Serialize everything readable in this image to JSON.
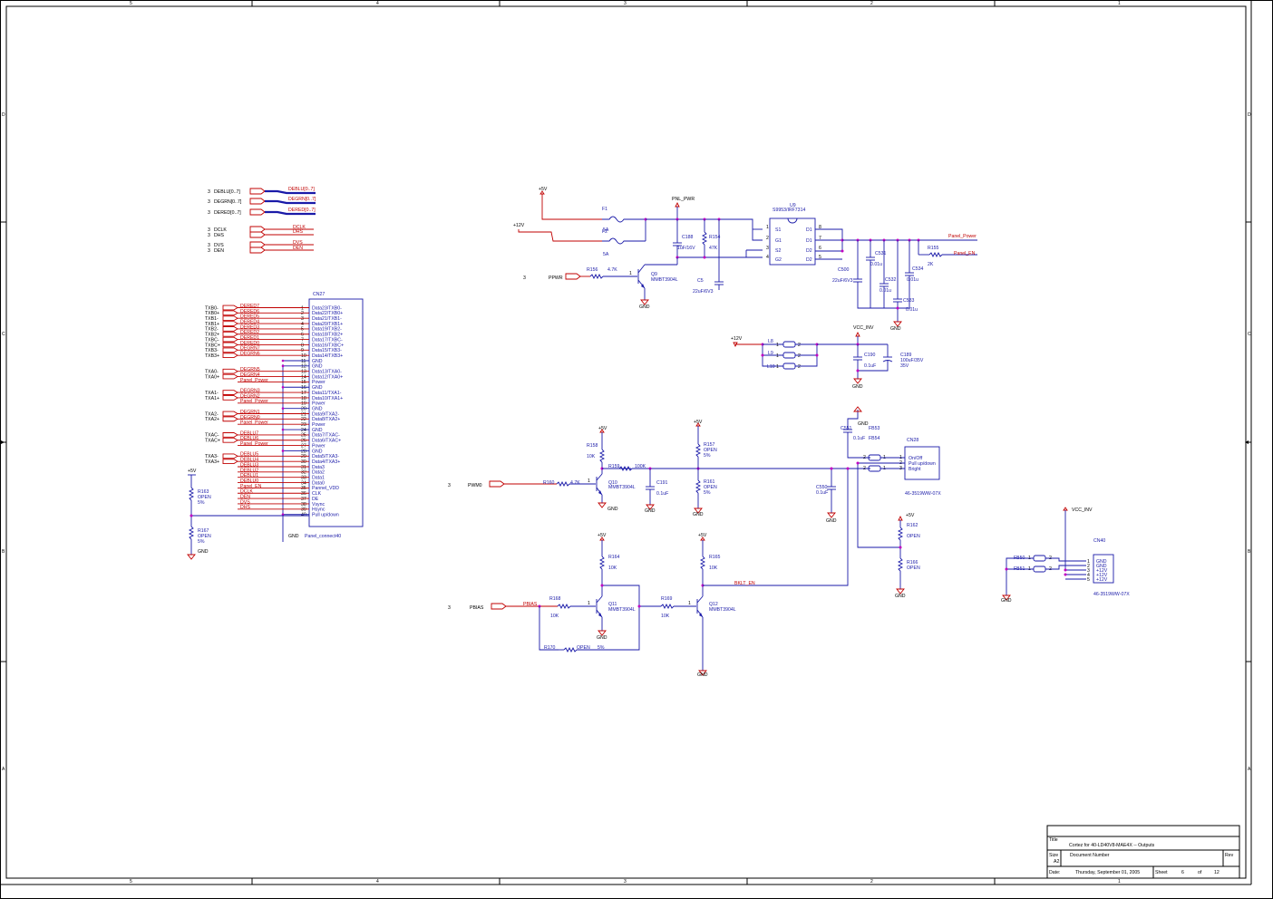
{
  "frame": {
    "col_labels": [
      "5",
      "4",
      "3",
      "2",
      "1"
    ],
    "row_labels": [
      "D",
      "C",
      "B",
      "A"
    ]
  },
  "bus_ports": [
    {
      "sheet": "3",
      "name": "DEBLU[0..7]",
      "net": "DEBLU[0..7]"
    },
    {
      "sheet": "3",
      "name": "DEGRN[0..7]",
      "net": "DEGRN[0..7]"
    },
    {
      "sheet": "3",
      "name": "DERED[0..7]",
      "net": "DERED[0..7]"
    }
  ],
  "sig_ports": [
    {
      "sheet": "3",
      "name": "DCLK",
      "net": "DCLK"
    },
    {
      "sheet": "3",
      "name": "DHS",
      "net": "DHS"
    },
    {
      "sheet": "3",
      "name": "DVS",
      "net": "DVS"
    },
    {
      "sheet": "3",
      "name": "DEN",
      "net": "DEN"
    }
  ],
  "cn27": {
    "ref": "CN27",
    "value": "Panel_connect40",
    "pins": [
      {
        "n": "1",
        "name": "Data23/TXB0-",
        "net": "DERED7",
        "port": "TXB0-"
      },
      {
        "n": "2",
        "name": "Data22/TXB0+",
        "net": "DERED6",
        "port": "TXB0+"
      },
      {
        "n": "3",
        "name": "Data21/TXB1-",
        "net": "DERED5",
        "port": "TXB1-"
      },
      {
        "n": "4",
        "name": "Data20/TXB1+",
        "net": "DERED4",
        "port": "TXB1+"
      },
      {
        "n": "5",
        "name": "Data19/TXB2-",
        "net": "DERED3",
        "port": "TXB2-"
      },
      {
        "n": "6",
        "name": "Data18/TXB2+",
        "net": "DERED2",
        "port": "TXB2+"
      },
      {
        "n": "7",
        "name": "Data17/TXBC-",
        "net": "DERED1",
        "port": "TXBC-"
      },
      {
        "n": "8",
        "name": "Data16/TXBC+",
        "net": "DERED0",
        "port": "TXBC+"
      },
      {
        "n": "9",
        "name": "Data15/TXB3-",
        "net": "DEGRN7",
        "port": "TXB3-"
      },
      {
        "n": "10",
        "name": "Data14/TXB3+",
        "net": "DEGRN6",
        "port": "TXB3+"
      },
      {
        "n": "11",
        "name": "GND",
        "net": "",
        "port": ""
      },
      {
        "n": "12",
        "name": "GND",
        "net": "",
        "port": ""
      },
      {
        "n": "13",
        "name": "Data13/TXA0-",
        "net": "DEGRN5",
        "port": "TXA0-"
      },
      {
        "n": "14",
        "name": "Data12/TXA0+",
        "net": "DEGRN4",
        "port": "TXA0+"
      },
      {
        "n": "15",
        "name": "Power",
        "net": "Panel_Power",
        "port": ""
      },
      {
        "n": "16",
        "name": "GND",
        "net": "",
        "port": ""
      },
      {
        "n": "17",
        "name": "Data11/TXA1-",
        "net": "DEGRN3",
        "port": "TXA1-"
      },
      {
        "n": "18",
        "name": "Data10/TXA1+",
        "net": "DEGRN2",
        "port": "TXA1+"
      },
      {
        "n": "19",
        "name": "Power",
        "net": "Panel_Power",
        "port": ""
      },
      {
        "n": "20",
        "name": "GND",
        "net": "",
        "port": ""
      },
      {
        "n": "21",
        "name": "Data9/TXA2-",
        "net": "DEGRN1",
        "port": "TXA2-"
      },
      {
        "n": "22",
        "name": "Data8/TXA2+",
        "net": "DEGRN0",
        "port": "TXA2+"
      },
      {
        "n": "23",
        "name": "Power",
        "net": "Panel_Power",
        "port": ""
      },
      {
        "n": "24",
        "name": "GND",
        "net": "",
        "port": ""
      },
      {
        "n": "25",
        "name": "Data7/TXAC-",
        "net": "DEBLU7",
        "port": "TXAC-"
      },
      {
        "n": "26",
        "name": "Data6/TXAC+",
        "net": "DEBLU6",
        "port": "TXAC+"
      },
      {
        "n": "27",
        "name": "Power",
        "net": "Panel_Power",
        "port": ""
      },
      {
        "n": "28",
        "name": "GND",
        "net": "",
        "port": ""
      },
      {
        "n": "29",
        "name": "Data5/TXA3-",
        "net": "DEBLU5",
        "port": "TXA3-"
      },
      {
        "n": "30",
        "name": "Data4/TXA3+",
        "net": "DEBLU4",
        "port": "TXA3+"
      },
      {
        "n": "31",
        "name": "Data3",
        "net": "DEBLU3",
        "port": ""
      },
      {
        "n": "32",
        "name": "Data2",
        "net": "DEBLU2",
        "port": ""
      },
      {
        "n": "33",
        "name": "Data1",
        "net": "DEBLU1",
        "port": ""
      },
      {
        "n": "34",
        "name": "Data0",
        "net": "DEBLU0",
        "port": ""
      },
      {
        "n": "35",
        "name": "Pannel_VDD",
        "net": "Panel_EN",
        "port": ""
      },
      {
        "n": "36",
        "name": "CLK",
        "net": "DCLK",
        "port": ""
      },
      {
        "n": "37",
        "name": "DE",
        "net": "DEN",
        "port": ""
      },
      {
        "n": "38",
        "name": "Vsync",
        "net": "DVS",
        "port": ""
      },
      {
        "n": "39",
        "name": "Hsync",
        "net": "DHS",
        "port": ""
      },
      {
        "n": "40",
        "name": "Pull up/down",
        "net": "",
        "port": ""
      }
    ]
  },
  "left_parts": {
    "p5v": "+5V",
    "r163": "R163",
    "r163v": "OPEN",
    "r163t": "5%",
    "r167": "R167",
    "r167v": "OPEN",
    "r167t": "5%",
    "gnd": "GND",
    "gnd2": "GND"
  },
  "power": {
    "p5v": "+5V",
    "p12v": "+12V",
    "f1": "F1",
    "f1v": "5A",
    "f2": "F2",
    "f2v": "5A",
    "pnl_pwr": "PNL_PWR",
    "c188": "C188",
    "c188v": "1uF/16V",
    "r154": "R154",
    "r154v": "47K",
    "c5": "C5",
    "c5v": "22uF/6V3",
    "u9": "U9",
    "u9v": "S9953/IRF7314",
    "u9_pins_l": [
      [
        "1",
        "S1"
      ],
      [
        "2",
        "G1"
      ],
      [
        "3",
        "S2"
      ],
      [
        "4",
        "G2"
      ]
    ],
    "u9_pins_r": [
      [
        "8",
        "D1"
      ],
      [
        "7",
        "D1"
      ],
      [
        "6",
        "D2"
      ],
      [
        "5",
        "D2"
      ]
    ],
    "panel_power": "Panel_Power",
    "panel_en": "Panel_EN",
    "r155": "R155",
    "r155v": "2K",
    "c500": "C500",
    "c500v": "22uF/6V3",
    "c531": "C531",
    "c531v": "0.01u",
    "c532": "C532",
    "c532v": "0.01u",
    "c533": "C533",
    "c533v": "0.01u",
    "c534": "C534",
    "c534v": "0.01u",
    "gnd": "GND",
    "ppwr_sheet": "3",
    "ppwr": "PPWR",
    "r156": "R156",
    "r156v": "4.7K",
    "q9": "Q9",
    "q9v": "MMBT3904L",
    "q9gnd": "GND",
    "pin1": "1"
  },
  "inv": {
    "p12v": "+12V",
    "l8": "L8",
    "l9": "L9",
    "l10": "L10",
    "p1": "1",
    "p2": "2",
    "vcc_inv": "VCC_INV",
    "c190": "C190",
    "c190v": "0.1uF",
    "c189": "C189",
    "c189v": "100uF/35V",
    "c189t": "35V",
    "gnd": "GND"
  },
  "pwm": {
    "sheet": "3",
    "pwm0": "PWM0",
    "p5v_a": "+5V",
    "p5v_b": "+5V",
    "r158": "R158",
    "r158v": "10K",
    "r159": "R159",
    "r159v": "100K",
    "r160": "R160",
    "r160v": "4.7K",
    "q10": "Q10",
    "q10v": "MMBT3904L",
    "c191": "C191",
    "c191v": "0.1uF",
    "r157": "R157",
    "r157v": "OPEN",
    "r157t": "5%",
    "r161": "R161",
    "r161v": "OPEN",
    "r161t": "5%",
    "gnd": "GND",
    "pin1": "1",
    "c551": "C551",
    "c551v": "0.1uF",
    "fb53": "FB53",
    "fb54": "FB54",
    "c550": "C550",
    "c550v": "0.1uF",
    "cn28": "CN28",
    "cn28v": "46-3519WW-07X",
    "cn28_pins": [
      "On/Off",
      "Pull up/down",
      "Bright"
    ],
    "p1": "1",
    "p2": "2",
    "p3": "3"
  },
  "bias": {
    "sheet": "3",
    "pbias": "PBIAS",
    "pbias_net": "PBIAS",
    "p5v_a": "+5V",
    "p5v_b": "+5V",
    "r164": "R164",
    "r164v": "10K",
    "r165": "R165",
    "r165v": "10K",
    "r168": "R168",
    "r168v": "10K",
    "r169": "R169",
    "r169v": "10K",
    "q11": "Q11",
    "q11v": "MMBT3904L",
    "q12": "Q12",
    "q12v": "MMBT3904L",
    "r170": "R170",
    "r170v": "OPEN",
    "r170t": "5%",
    "bklt_en": "BKLT_EN",
    "gnd": "GND",
    "pin1": "1",
    "p5v_c": "+5V",
    "r162": "R162",
    "r162v": "OPEN",
    "r166": "R166",
    "r166v": "OPEN"
  },
  "cn40": {
    "vcc_inv": "VCC_INV",
    "ref": "CN40",
    "value": "46-3519WW-07X",
    "fb50": "FB50",
    "fb51": "FB51",
    "gnd": "GND",
    "p1": "1",
    "p2": "2",
    "pins": [
      [
        "1",
        "GND"
      ],
      [
        "2",
        "GND"
      ],
      [
        "3",
        "+12V"
      ],
      [
        "4",
        "+12V"
      ],
      [
        "5",
        "+12V"
      ]
    ]
  },
  "title_block": {
    "title_lbl": "Title",
    "title": "Cortez for 40-LD40V8-MAE4X -- Outputs",
    "size_lbl": "Size",
    "size": "A2",
    "docnum_lbl": "Document Number",
    "rev_lbl": "Rev",
    "date_lbl": "Date:",
    "date": "Thursday, September 01, 2005",
    "sheet_lbl": "Sheet",
    "sheet": "6",
    "of_lbl": "of",
    "of": "12"
  }
}
